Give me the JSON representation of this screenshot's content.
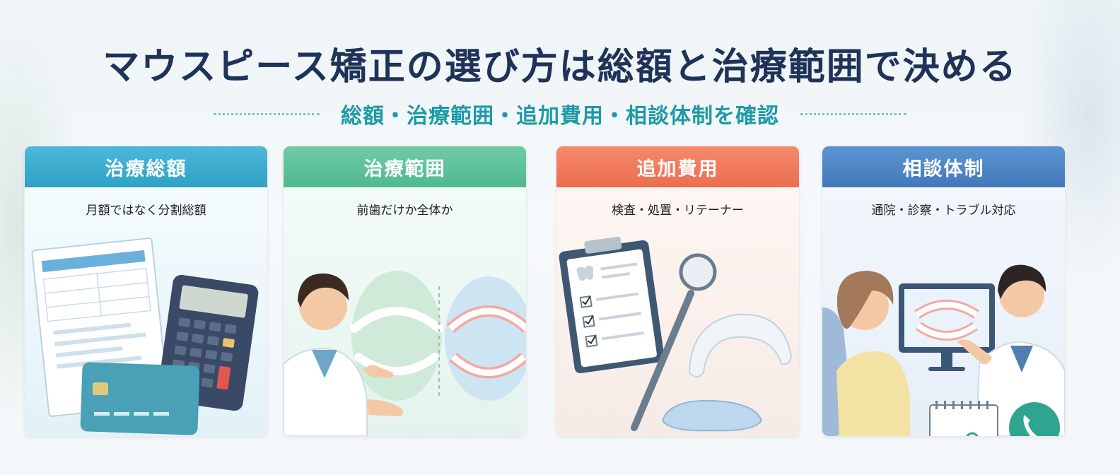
{
  "header": {
    "title": "マウスピース矯正の選び方は総額と治療範囲で決める",
    "subtitle": "総額・治療範囲・追加費用・相談体制を確認"
  },
  "cards": [
    {
      "title": "治療総額",
      "caption": "月額ではなく分割総額",
      "color": "#3eaed0"
    },
    {
      "title": "治療範囲",
      "caption": "前歯だけか全体か",
      "color": "#5ec29a"
    },
    {
      "title": "追加費用",
      "caption": "検査・処置・リテーナー",
      "color": "#f07a5a"
    },
    {
      "title": "相談体制",
      "caption": "通院・診察・トラブル対応",
      "color": "#4d88c9"
    }
  ]
}
